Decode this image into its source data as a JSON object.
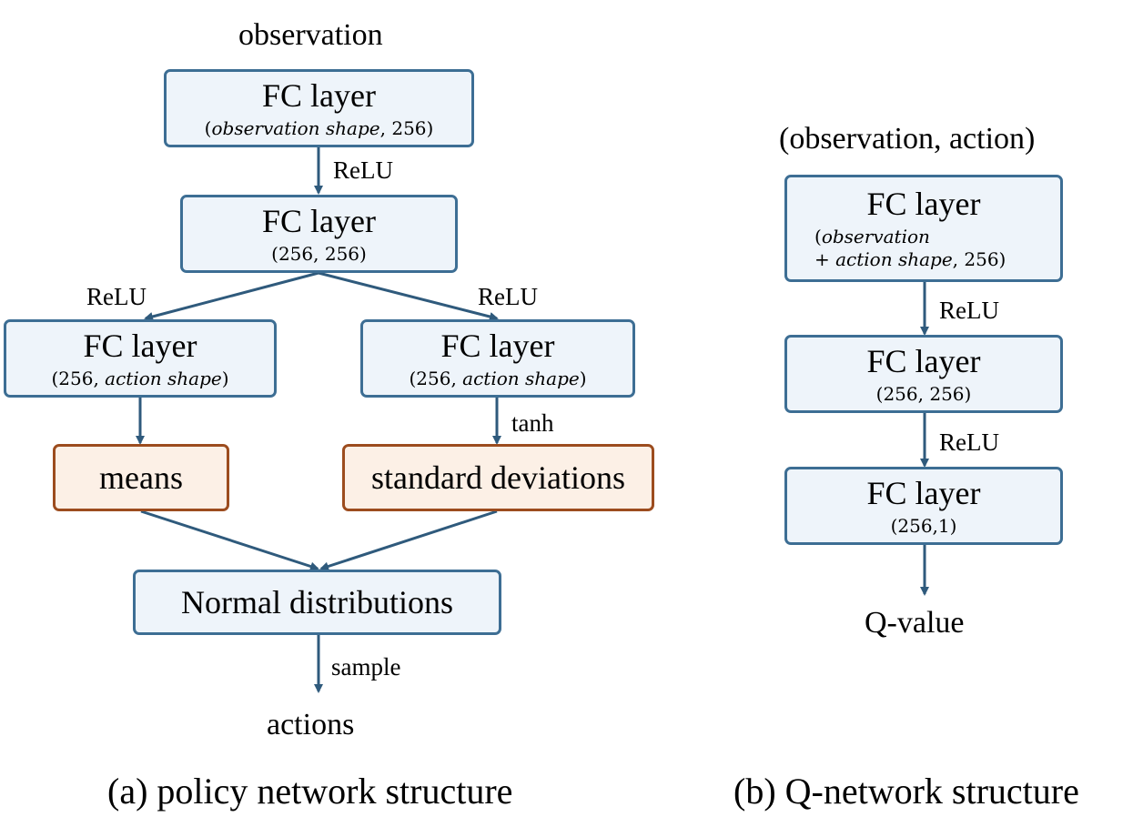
{
  "policy": {
    "input_label": "observation",
    "fc1": {
      "title": "FC layer",
      "params": [
        "(",
        "observation shape",
        ", 256)"
      ]
    },
    "act1": "ReLU",
    "fc2": {
      "title": "FC layer",
      "params": [
        "(256, 256)",
        "",
        ""
      ]
    },
    "act_left": "ReLU",
    "act_right": "ReLU",
    "fc_mean": {
      "title": "FC layer",
      "params": [
        "(256, ",
        "action shape",
        ")"
      ]
    },
    "fc_std": {
      "title": "FC layer",
      "params": [
        "(256, ",
        "action shape",
        ")"
      ]
    },
    "act_tanh": "tanh",
    "means": "means",
    "stds": "standard deviations",
    "normal": "Normal distributions",
    "act_sample": "sample",
    "output_label": "actions",
    "caption": "(a) policy network structure"
  },
  "qnet": {
    "input_label": "(observation, action)",
    "fc1": {
      "title": "FC layer",
      "params_line1": [
        "(",
        "observation"
      ],
      "params_line2": [
        "+ ",
        "action shape",
        ", 256)"
      ]
    },
    "act1": "ReLU",
    "fc2": {
      "title": "FC layer",
      "params": "(256, 256)"
    },
    "act2": "ReLU",
    "fc3": {
      "title": "FC layer",
      "params": "(256,1)"
    },
    "output_label": "Q-value",
    "caption": "(b) Q-network structure"
  },
  "colors": {
    "layer_border": "#3d6e94",
    "layer_fill": "#eef4fa",
    "output_border": "#9c4c1e",
    "output_fill": "#fcf0e6",
    "arrow": "#2f5a7c"
  }
}
